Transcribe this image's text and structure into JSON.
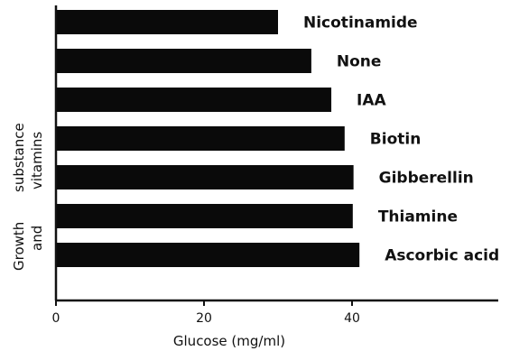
{
  "chart_data": {
    "type": "bar",
    "orientation": "horizontal",
    "categories": [
      "Nicotinamide",
      "None",
      "IAA",
      "Biotin",
      "Gibberellin",
      "Thiamine",
      "Ascorbic acid"
    ],
    "values": [
      30,
      34.5,
      37.2,
      39,
      40.2,
      40.1,
      41
    ],
    "xlabel": "Glucose (mg/ml)",
    "ylabel_lines": [
      "Growth",
      "and",
      "substance",
      "vitamins"
    ],
    "xlim": [
      0,
      58
    ],
    "xticks": [
      "0",
      "20",
      "40"
    ],
    "bar_color": "#0a0a0a",
    "grid": false
  }
}
